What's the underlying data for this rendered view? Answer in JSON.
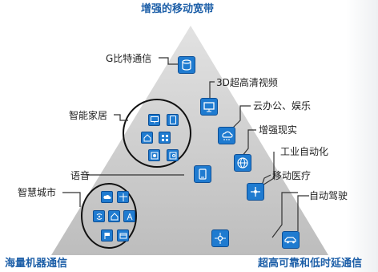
{
  "titles": {
    "top": "增强的移动宽带",
    "bottom_left": "海量机器通信",
    "bottom_right": "超高可靠和低时延通信"
  },
  "labels": {
    "g_bit": "G比特通信",
    "hd_3d": "3D超高清视频",
    "cloud_office": "云办公、娱乐",
    "smart_home": "智能家居",
    "ar": "增强现实",
    "industrial_automation": "工业自动化",
    "voice": "语音",
    "mobile_medical": "移动医疗",
    "smart_city": "智慧城市",
    "autonomous_driving": "自动驾驶"
  },
  "colors": {
    "triangle_fill": "#c8c8c8",
    "icon_blue": "#1f7bd0",
    "title_blue": "#1d5fa8",
    "line": "#333333"
  },
  "icons": [
    "database-icon",
    "monitor-icon",
    "cloud-people-icon",
    "globe-icon",
    "phone-icon",
    "drone-icon",
    "hub-icon",
    "car-icon",
    "tv-icon",
    "tablet-icon",
    "home-icon",
    "speaker-icon",
    "camera-icon",
    "wifi-icon",
    "tower-icon",
    "flag-icon",
    "card-icon"
  ]
}
